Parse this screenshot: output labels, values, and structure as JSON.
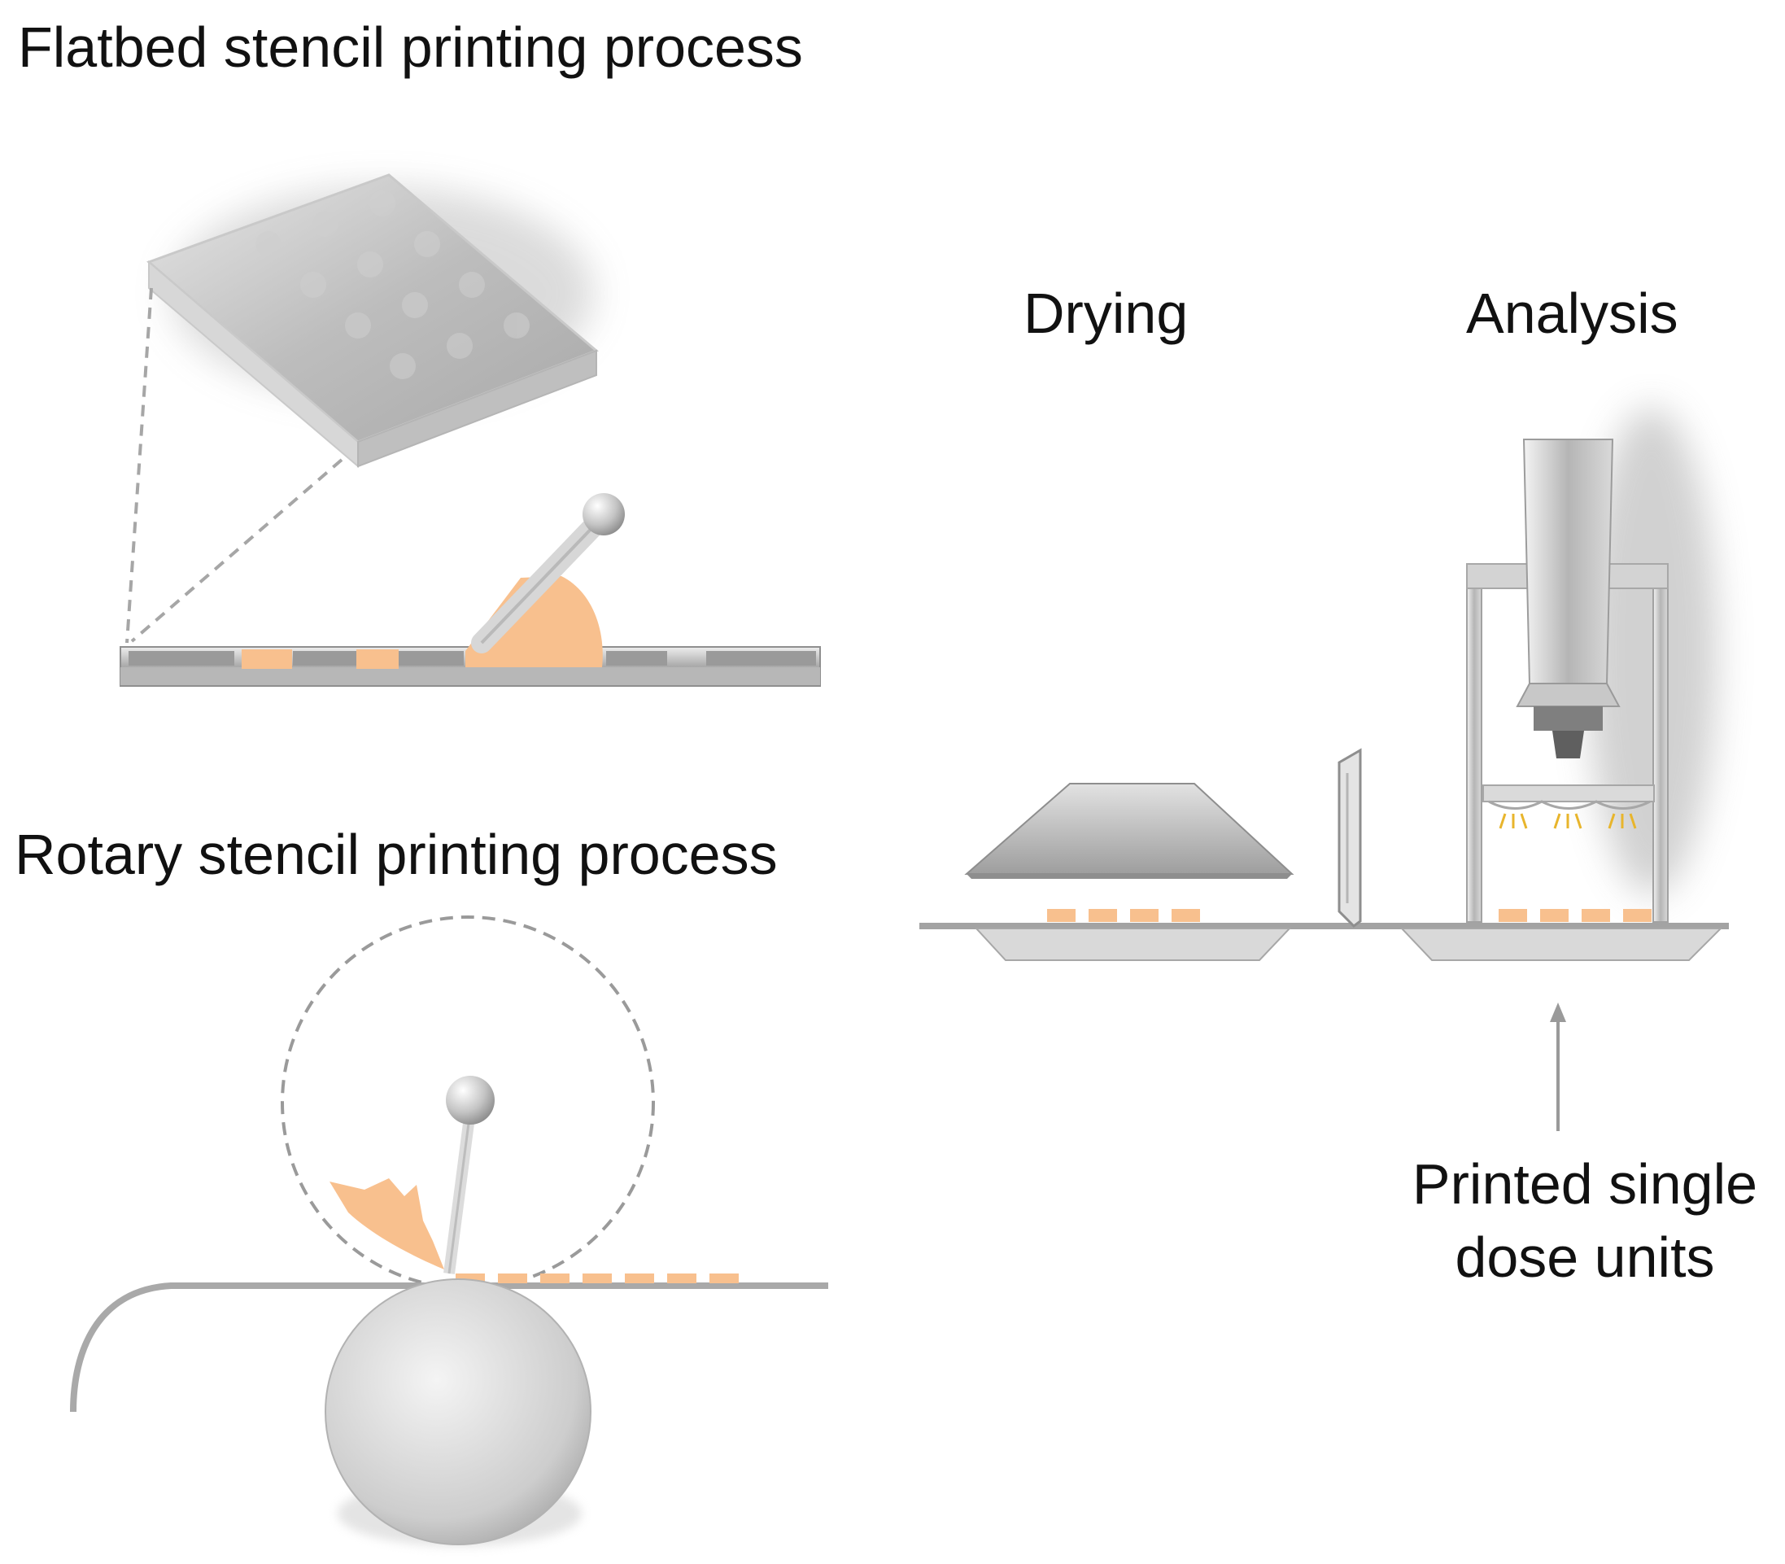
{
  "labels": {
    "flatbed_title": "Flatbed stencil printing process",
    "rotary_title": "Rotary stencil printing process",
    "drying": "Drying",
    "analysis": "Analysis",
    "printed_line1": "Printed single",
    "printed_line2": "dose units"
  },
  "colors": {
    "dose": "#f8c08e",
    "metal_light": "#d6d6d6",
    "metal_mid": "#b3b3b3",
    "metal_dark": "#8f8f8f",
    "line": "#a8a8a8",
    "dash": "#9a9a9a",
    "light_beam": "#e8b52c"
  },
  "icons": {
    "stencil_plate": "stencil-plate-icon",
    "squeegee": "squeegee-icon",
    "rotary_drum": "rotary-drum-icon",
    "dryer": "dryer-hood-icon",
    "analyzer": "analyzer-icon"
  }
}
